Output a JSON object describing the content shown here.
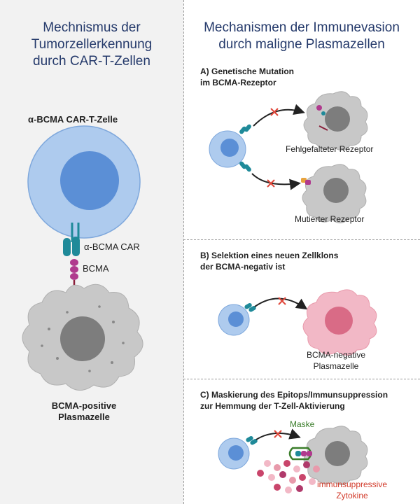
{
  "left": {
    "title": "Mechnismus der\nTumorzellerkennung\ndurch CAR-T-Zellen",
    "car_t_label": "α-BCMA CAR-T-Zelle",
    "car_label": "α-BCMA CAR",
    "bcma_label": "BCMA",
    "plasma_label": "BCMA-positive\nPlasmazelle"
  },
  "right": {
    "title": "Mechanismen der Immunevasion\ndurch maligne Plasmazellen",
    "section_a": {
      "heading": "A) Genetische Mutation\nim BCMA-Rezeptor",
      "misfolded_label": "Fehlgefalteter Rezeptor",
      "mutated_label": "Mutierter Rezeptor"
    },
    "section_b": {
      "heading": "B) Selektion eines neuen Zellklons\nder BCMA-negativ ist",
      "negative_label": "BCMA-negative\nPlasmazelle"
    },
    "section_c": {
      "heading": "C) Maskierung des Epitops/Immunsuppression\nzur Hemmung der T-Zell-Aktivierung",
      "mask_label": "Maske",
      "cytokine_label": "immunsuppressive\nZytokine"
    }
  },
  "colors": {
    "title": "#253a6b",
    "tcell_outer": "#aecbee",
    "tcell_inner": "#5b8fd6",
    "plasma_gray": "#c8c8c8",
    "plasma_nucleus": "#7d7d7d",
    "plasma_pink": "#f2b8c6",
    "pink_nucleus": "#d96b86",
    "car_teal": "#1f8a99",
    "bcma_magenta": "#b03a8e",
    "block_red": "#e0473a",
    "mask_green": "#3a7d2a",
    "cytokine_red": "#d23a2a"
  }
}
